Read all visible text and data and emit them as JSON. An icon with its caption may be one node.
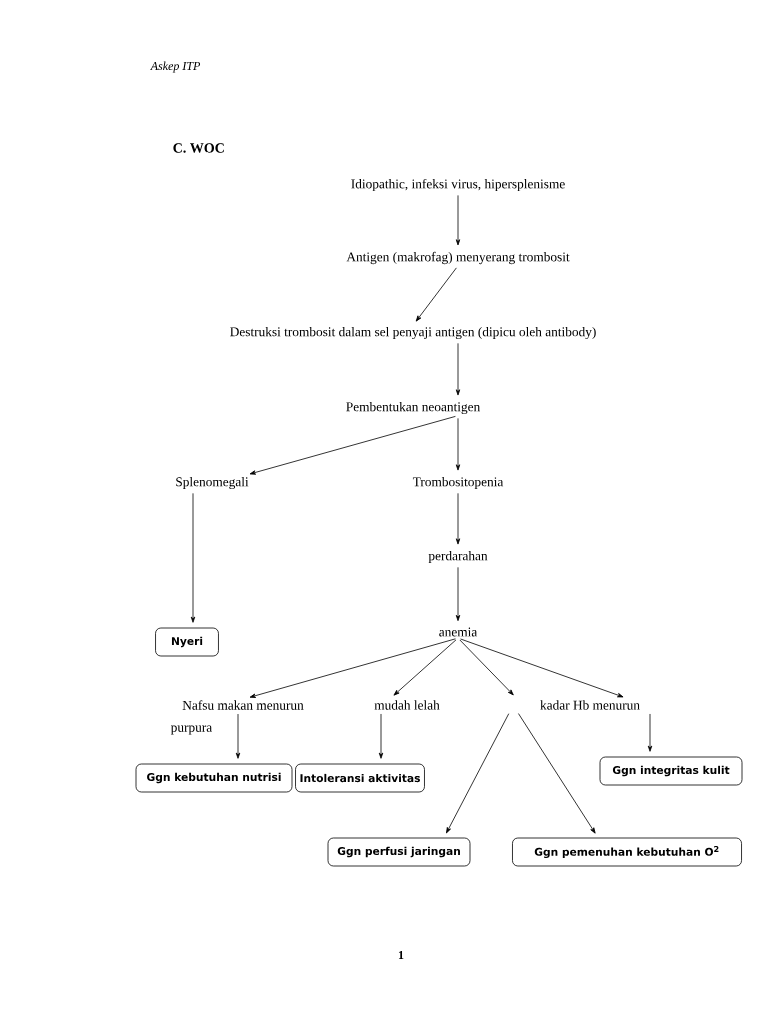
{
  "diagram": {
    "title": "C.  WOC",
    "nodes": [
      {
        "text": [
          "Idiopathic, infeksi virus, hipersplenisme"
        ]
      },
      {
        "text": [
          "Antigen (makrofag) menyerang trombosit"
        ]
      },
      {
        "text": [
          "Destruksi trombosit dalam sel penyaji antigen (dipicu oleh antibody)"
        ]
      },
      {
        "text": [
          "Pembentukan neoantigen"
        ]
      },
      {
        "text": [
          "Splenomegali"
        ]
      },
      {
        "text": [
          "Trombositopenia"
        ]
      },
      {
        "text": [
          "perdarahan"
        ]
      },
      {
        "text": [
          "Nyeri"
        ]
      },
      {
        "text": [
          "anemia"
        ]
      },
      {
        "text": [
          "Nafsu makan menurun"
        ]
      },
      {
        "text": [
          "mudah lelah"
        ]
      },
      {
        "text": [
          "kadar Hb menurun"
        ]
      },
      {
        "text": [
          "Ggn kebutuhan nutrisi"
        ]
      },
      {
        "text": [
          "Intoleransi aktivitas"
        ]
      },
      {
        "text": [
          "Ggn integritas kulit"
        ]
      },
      {
        "text": [
          "Ggn perfusi jaringan"
        ]
      },
      {
        "text": [
          "Ggn pemenuhan kebutuhan O$^{2}$"
        ]
      }
    ],
    "edges": [
      {
        "from": 0,
        "to": 1,
        "arrow": "to"
      },
      {
        "from": 1,
        "to": 2,
        "arrow": "to"
      },
      {
        "from": 2,
        "to": 3,
        "arrow": "to"
      },
      {
        "from": 3,
        "to": 4,
        "arrow": "to"
      },
      {
        "from": 3,
        "to": 5,
        "arrow": "to"
      },
      {
        "from": 5,
        "to": 6,
        "arrow": "to"
      },
      {
        "from": 6,
        "to": 8,
        "arrow": "to"
      },
      {
        "from": 4,
        "to": 7,
        "arrow": "to"
      },
      {
        "from": 8,
        "to": 9,
        "arrow": "to"
      },
      {
        "from": 8,
        "to": 10,
        "arrow": "to"
      },
      {
        "from": 8,
        "to": 11,
        "arrow": "to"
      },
      {
        "from": 8,
        "to": 11,
        "arrow": "to"
      },
      {
        "from": 9,
        "to": 12,
        "arrow": "to"
      },
      {
        "from": 10,
        "to": 13,
        "arrow": "to"
      },
      {
        "from": 11,
        "to": 14,
        "arrow": "to"
      },
      {
        "from": 11,
        "to": 15,
        "arrow": "to"
      },
      {
        "from": 11,
        "to": 16,
        "arrow": "to"
      }
    ],
    "labels": [
      "Askep ITP",
      "purpura",
      "1"
    ]
  }
}
